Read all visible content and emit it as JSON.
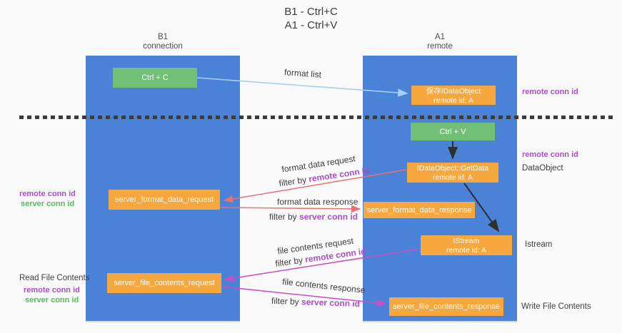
{
  "title": {
    "line1": "B1 - Ctrl+C",
    "line2": "A1 - Ctrl+V"
  },
  "columns": {
    "b1": {
      "name": "B1",
      "subtitle": "connection"
    },
    "a1": {
      "name": "A1",
      "subtitle": "remote"
    }
  },
  "nodes": {
    "ctrl_c": "Ctrl + C",
    "ctrl_v": "Ctrl + V",
    "save_dataobject": {
      "line1": "保存IDataObject",
      "line2": "remote id: A"
    },
    "getdata": {
      "line1": "IDataObject::GetData",
      "line2": "remote id: A"
    },
    "istream": {
      "line1": "IStream",
      "line2": "remote id: A"
    },
    "server_format_data_request": "server_format_data_request",
    "server_format_data_response": "server_format_data_response",
    "server_file_contents_request": "server_file_contents_request",
    "server_file_contents_response": "server_file_contents_response"
  },
  "edge_labels": {
    "format_list": "format list",
    "format_data_request": "format data request",
    "format_data_response": "format data response",
    "file_contents_request": "file contents request",
    "file_contents_response": "file contents response",
    "filter_by": "filter by"
  },
  "side_labels": {
    "remote_conn_id": "remote conn id",
    "server_conn_id": "server conn id",
    "read_file_contents": "Read File Contents",
    "write_file_contents": "Write File Contents",
    "dataobject": "DataObject",
    "istream": "Istream"
  },
  "colors": {
    "background": "#fafafa",
    "column_blue": "#4a82d7",
    "box_green": "#71bf74",
    "box_orange": "#f6a73e",
    "arrow_light_blue": "#a5d2f3",
    "arrow_red": "#e87272",
    "arrow_magenta": "#c94ec9",
    "arrow_black": "#2f2f2f",
    "text_purple": "#a84fc4",
    "text_green": "#58b95e"
  }
}
